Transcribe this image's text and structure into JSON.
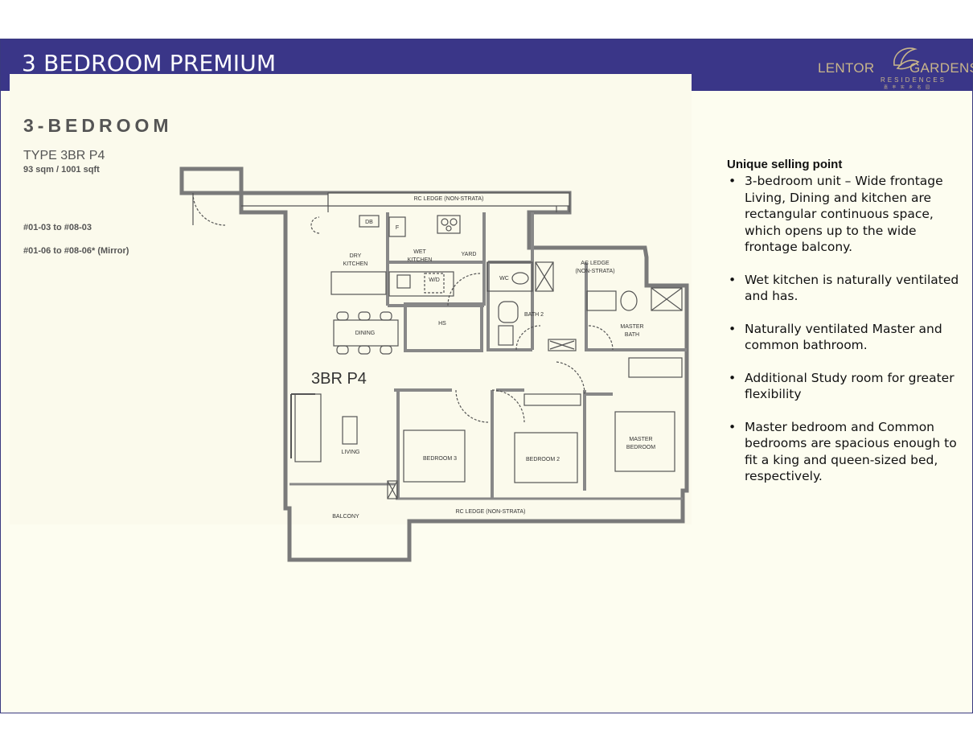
{
  "header": {
    "title": "3 BEDROOM PREMIUM",
    "logo": {
      "left_word": "LENTOR",
      "right_word": "GARDENS",
      "sub": "RESIDENCES",
      "cn": "嘉 丰 实 乡 名 园",
      "accent": "#c8b58a"
    },
    "bar_color": "#3a3688"
  },
  "unit": {
    "heading": "3-BEDROOM",
    "type": "TYPE 3BR P4",
    "size": "93 sqm / 1001 sqft",
    "stacks": [
      "#01-03 to #08-03",
      "#01-06 to #08-06* (Mirror)"
    ]
  },
  "plan": {
    "label": "3BR P4",
    "rooms": {
      "rc_ledge_top": "RC LEDGE (NON-STRATA)",
      "db": "DB",
      "fridge": "F",
      "dry_kitchen": [
        "DRY",
        "KITCHEN"
      ],
      "wet_kitchen": [
        "WET",
        "KITCHEN"
      ],
      "yard": "YARD",
      "wd": "W/D",
      "wc": "WC",
      "ac_ledge": [
        "AC LEDGE",
        "(NON-STRATA)"
      ],
      "dining": "DINING",
      "hs": "HS",
      "bath2": "BATH 2",
      "master_bath": [
        "MASTER",
        "BATH"
      ],
      "living": "LIVING",
      "bedroom3": "BEDROOM 3",
      "bedroom2": "BEDROOM 2",
      "master_bedroom": [
        "MASTER",
        "BEDROOM"
      ],
      "balcony": "BALCONY",
      "rc_ledge_bottom": "RC LEDGE (NON-STRATA)"
    }
  },
  "usp": {
    "title": "Unique selling point",
    "items": [
      "3-bedroom unit – Wide frontage Living, Dining and kitchen are rectangular continuous space, which opens up to the wide frontage balcony.",
      "Wet kitchen is naturally ventilated and has.",
      "Naturally ventilated Master and common bathroom.",
      "Additional Study room for greater flexibility",
      "Master bedroom and Common bedrooms are spacious enough to fit a king and queen-sized bed, respectively."
    ]
  }
}
